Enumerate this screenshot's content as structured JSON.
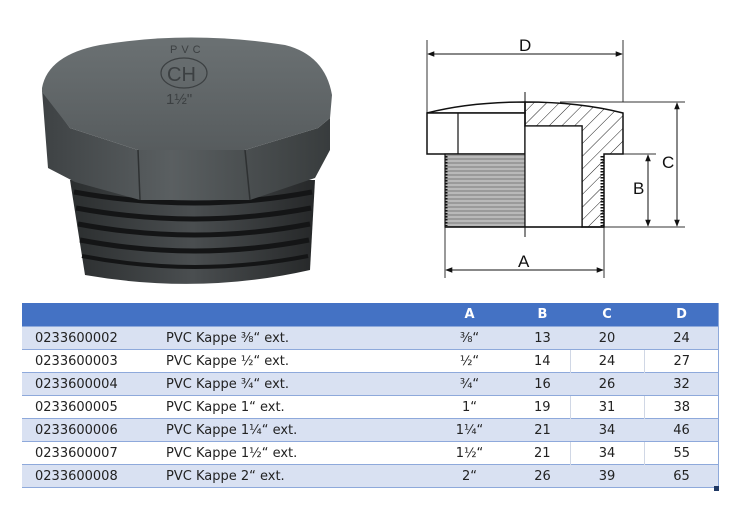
{
  "photo": {
    "alt": "Grey PVC hexagonal threaded end cap",
    "embossing": {
      "line1": "PVC",
      "logo": "CH",
      "size": "1½\""
    }
  },
  "diagram": {
    "labels": {
      "A": "A",
      "B": "B",
      "C": "C",
      "D": "D"
    }
  },
  "table": {
    "headers": [
      "",
      "",
      "A",
      "B",
      "C",
      "D"
    ],
    "header_color": "#4472C4",
    "band_color": "#D9E1F2",
    "rows": [
      {
        "article": "0233600002",
        "description": "PVC Kappe ⅜“ ext.",
        "A": "⅜“",
        "B": "13",
        "C": "20",
        "D": "24"
      },
      {
        "article": "0233600003",
        "description": "PVC Kappe ½“ ext.",
        "A": "½“",
        "B": "14",
        "C": "24",
        "D": "27"
      },
      {
        "article": "0233600004",
        "description": "PVC Kappe ¾“ ext.",
        "A": "¾“",
        "B": "16",
        "C": "26",
        "D": "32"
      },
      {
        "article": "0233600005",
        "description": "PVC Kappe 1“ ext.",
        "A": "1“",
        "B": "19",
        "C": "31",
        "D": "38"
      },
      {
        "article": "0233600006",
        "description": "PVC Kappe 1¼“ ext.",
        "A": "1¼“",
        "B": "21",
        "C": "34",
        "D": "46"
      },
      {
        "article": "0233600007",
        "description": "PVC Kappe 1½“ ext.",
        "A": "1½“",
        "B": "21",
        "C": "34",
        "D": "55"
      },
      {
        "article": "0233600008",
        "description": "PVC Kappe 2“ ext.",
        "A": "2“",
        "B": "26",
        "C": "39",
        "D": "65"
      }
    ]
  }
}
